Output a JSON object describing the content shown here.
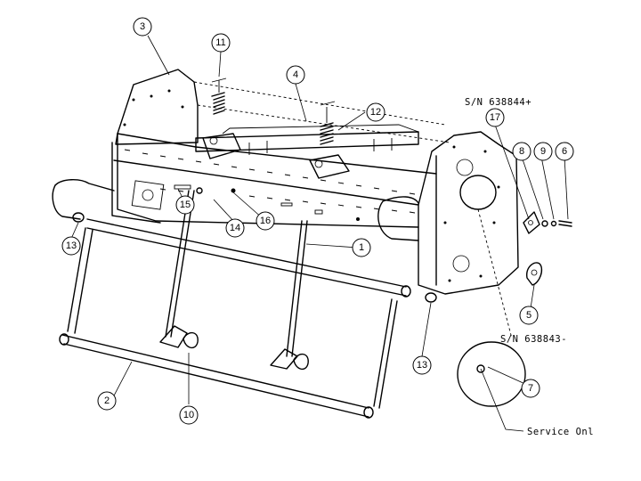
{
  "callouts": [
    {
      "id": "c1",
      "label": "1"
    },
    {
      "id": "c2",
      "label": "2"
    },
    {
      "id": "c3",
      "label": "3"
    },
    {
      "id": "c4",
      "label": "4"
    },
    {
      "id": "c5",
      "label": "5"
    },
    {
      "id": "c6",
      "label": "6"
    },
    {
      "id": "c7",
      "label": "7"
    },
    {
      "id": "c8",
      "label": "8"
    },
    {
      "id": "c9",
      "label": "9"
    },
    {
      "id": "c10",
      "label": "10"
    },
    {
      "id": "c11",
      "label": "11"
    },
    {
      "id": "c12",
      "label": "12"
    },
    {
      "id": "c13a",
      "label": "13"
    },
    {
      "id": "c13b",
      "label": "13"
    },
    {
      "id": "c14",
      "label": "14"
    },
    {
      "id": "c15",
      "label": "15"
    },
    {
      "id": "c16",
      "label": "16"
    },
    {
      "id": "c17",
      "label": "17"
    }
  ],
  "notes": {
    "sn_after": "S/N 638844+",
    "sn_before": "S/N 638843-",
    "service_only": "Service Onl"
  }
}
